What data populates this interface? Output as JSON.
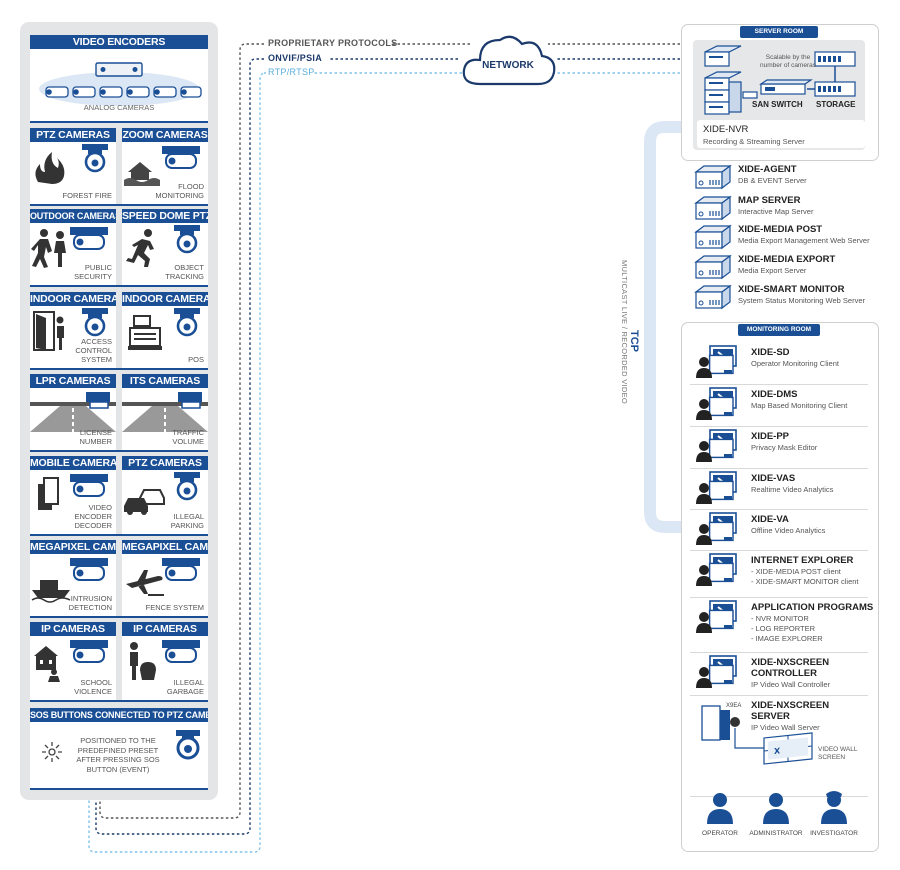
{
  "colors": {
    "brand": "#1a4f96",
    "panel": "#e4e5e7",
    "light_blue": "#7ec3ea",
    "dark_line": "#1b3a6b"
  },
  "protocols": {
    "proprietary": "PROPRIETARY PROTOCOLS",
    "onvif": "ONVIF/PSIA",
    "rtp": "RTP/RTSP"
  },
  "network": "NETWORK",
  "tcp": "TCP",
  "multicast": "MULTICAST LIVE / RECORDED VIDEO",
  "encoders": {
    "header": "VIDEO ENCODERS",
    "label": "ANALOG CAMERAS"
  },
  "cells": [
    {
      "header": "PTZ CAMERAS",
      "label": "FOREST FIRE",
      "icon": "fire-icon"
    },
    {
      "header": "ZOOM CAMERAS",
      "label": "FLOOD MONITORING",
      "icon": "flood-icon"
    },
    {
      "header": "OUTDOOR CAMERAS",
      "label": "PUBLIC SECURITY",
      "icon": "thief-icon"
    },
    {
      "header": "SPEED DOME PTZ",
      "label": "OBJECT TRACKING",
      "icon": "running-man-icon"
    },
    {
      "header": "INDOOR CAMERAS",
      "label": "ACCESS CONTROL SYSTEM",
      "icon": "door-icon"
    },
    {
      "header": "INDOOR CAMERAS",
      "label": "POS",
      "icon": "cash-register-icon"
    },
    {
      "header": "LPR CAMERAS",
      "label": "LICENSE NUMBER",
      "icon": "road-icon"
    },
    {
      "header": "ITS CAMERAS",
      "label": "TRAFFIC VOLUME",
      "icon": "road-icon"
    },
    {
      "header": "MOBILE CAMERAS",
      "label": "VIDEO ENCODER DECODER",
      "icon": "mobile-device-icon"
    },
    {
      "header": "PTZ CAMERAS",
      "label": "ILLEGAL PARKING",
      "icon": "cars-icon"
    },
    {
      "header": "MEGAPIXEL CAMS",
      "label": "INTRUSION DETECTION",
      "icon": "ship-icon"
    },
    {
      "header": "MEGAPIXEL CAMS",
      "label": "FENCE SYSTEM",
      "icon": "airplane-icon"
    },
    {
      "header": "IP CAMERAS",
      "label": "SCHOOL VIOLENCE",
      "icon": "school-icon"
    },
    {
      "header": "IP CAMERAS",
      "label": "ILLEGAL GARBAGE",
      "icon": "garbage-icon"
    }
  ],
  "sos": {
    "header": "SOS BUTTONS CONNECTED TO PTZ CAMERAS",
    "label": "POSITIONED TO THE PREDEFINED PRESET AFTER PRESSING SOS BUTTON (EVENT)"
  },
  "server_room": {
    "title": "SERVER ROOM",
    "scalable": "Scalable by the number of cameras",
    "san_switch": "SAN SWITCH",
    "storage": "STORAGE",
    "nvr_name": "XIDE-NVR",
    "nvr_desc": "Recording & Streaming Server"
  },
  "servers": [
    {
      "name": "XIDE-AGENT",
      "desc": "DB & EVENT Server"
    },
    {
      "name": "MAP SERVER",
      "desc": "Interactive Map Server"
    },
    {
      "name": "XIDE-MEDIA POST",
      "desc": "Media Export Management Web Server"
    },
    {
      "name": "XIDE-MEDIA EXPORT",
      "desc": "Media Export Server"
    },
    {
      "name": "XIDE-SMART MONITOR",
      "desc": "System Status Monitoring Web Server"
    }
  ],
  "monitoring_room": {
    "title": "MONITORING ROOM",
    "clients": [
      {
        "name": "XIDE-SD",
        "desc": "Operator Monitoring Client"
      },
      {
        "name": "XIDE-DMS",
        "desc": "Map Based Monitoring Client"
      },
      {
        "name": "XIDE-PP",
        "desc": "Privacy Mask Editor"
      },
      {
        "name": "XIDE-VAS",
        "desc": "Realtime Video Analytics"
      },
      {
        "name": "XIDE-VA",
        "desc": "Offline Video Analytics"
      },
      {
        "name": "INTERNET EXPLORER",
        "desc": "- XIDE-MEDIA POST client\n- XIDE-SMART MONITOR client"
      },
      {
        "name": "APPLICATION PROGRAMS",
        "desc": "- NVR MONITOR\n- LOG REPORTER\n- IMAGE EXPLORER"
      },
      {
        "name": "XIDE-NXSCREEN\nCONTROLLER",
        "desc": "IP Video Wall Controller"
      },
      {
        "name": "XIDE-NXSCREEN\nSERVER",
        "desc": "IP Video Wall Server"
      }
    ],
    "x9ea": "X9EA",
    "video_wall": "VIDEO WALL SCREEN",
    "roles": [
      "OPERATOR",
      "ADMINISTRATOR",
      "INVESTIGATOR"
    ]
  }
}
